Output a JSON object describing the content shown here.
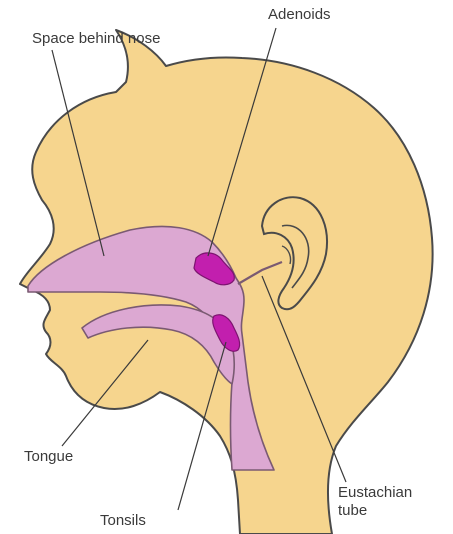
{
  "labels": {
    "space_behind_nose": "Space behind nose",
    "adenoids": "Adenoids",
    "tongue": "Tongue",
    "tonsils": "Tonsils",
    "eustachian_line1": "Eustachian",
    "eustachian_line2": "tube"
  },
  "colors": {
    "skin": "#f6d58e",
    "skin_outline": "#4a4a4a",
    "airway": "#dca8d2",
    "airway_outline": "#7a5a72",
    "tissue": "#c21fae",
    "tissue_dark": "#7d1470",
    "leader": "#3a3a3a"
  }
}
